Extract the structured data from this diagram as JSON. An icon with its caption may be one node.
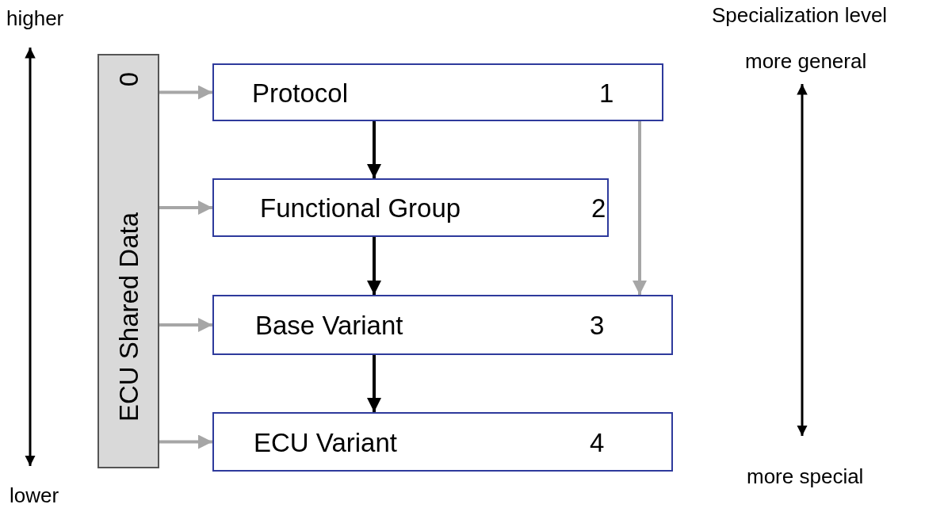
{
  "diagram": {
    "nodes": [
      {
        "text": [
          "ECU Shared Data",
          "0"
        ]
      },
      {
        "text": [
          "Protocol",
          "1"
        ]
      },
      {
        "text": [
          "Functional Group",
          "2"
        ]
      },
      {
        "text": [
          "Base Variant",
          "3"
        ]
      },
      {
        "text": [
          "ECU Variant",
          "4"
        ]
      }
    ],
    "edges": [
      {
        "from": 0,
        "to": 1,
        "arrow": "to"
      },
      {
        "from": 0,
        "to": 2,
        "arrow": "to"
      },
      {
        "from": 0,
        "to": 3,
        "arrow": "to"
      },
      {
        "from": 0,
        "to": 4,
        "arrow": "to"
      },
      {
        "from": 1,
        "to": 2,
        "arrow": "to",
        "color": "#000000"
      },
      {
        "from": 2,
        "to": 3,
        "arrow": "to",
        "color": "#000000"
      },
      {
        "from": 3,
        "to": 4,
        "arrow": "to",
        "color": "#000000"
      },
      {
        "from": 1,
        "to": 3,
        "arrow": "to"
      }
    ],
    "labels": [
      "higher",
      "lower",
      "Specialization level",
      "more general",
      "more special"
    ]
  }
}
